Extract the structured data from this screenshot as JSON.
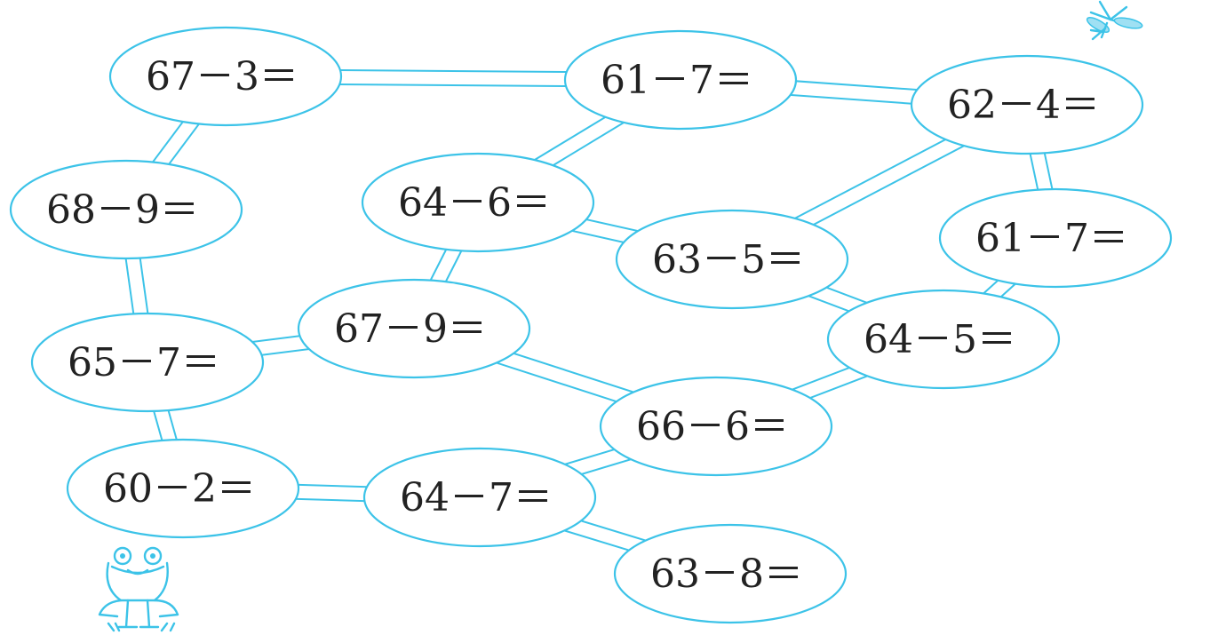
{
  "nodes": [
    {
      "id": "n1",
      "label": "67－3＝"
    },
    {
      "id": "n2",
      "label": "61－7＝"
    },
    {
      "id": "n3",
      "label": "62－4＝"
    },
    {
      "id": "n4",
      "label": "68－9＝"
    },
    {
      "id": "n5",
      "label": "64－6＝"
    },
    {
      "id": "n6",
      "label": "63－5＝"
    },
    {
      "id": "n7",
      "label": "61－7＝"
    },
    {
      "id": "n8",
      "label": "65－7＝"
    },
    {
      "id": "n9",
      "label": "67－9＝"
    },
    {
      "id": "n10",
      "label": "64－5＝"
    },
    {
      "id": "n11",
      "label": "66－6＝"
    },
    {
      "id": "n12",
      "label": "60－2＝"
    },
    {
      "id": "n13",
      "label": "64－7＝"
    },
    {
      "id": "n14",
      "label": "63－8＝"
    }
  ],
  "edges": [
    [
      "n1",
      "n2"
    ],
    [
      "n2",
      "n3"
    ],
    [
      "n1",
      "n4"
    ],
    [
      "n2",
      "n5"
    ],
    [
      "n3",
      "n6"
    ],
    [
      "n3",
      "n7"
    ],
    [
      "n4",
      "n8"
    ],
    [
      "n5",
      "n6"
    ],
    [
      "n5",
      "n9"
    ],
    [
      "n6",
      "n10"
    ],
    [
      "n7",
      "n10"
    ],
    [
      "n8",
      "n9"
    ],
    [
      "n9",
      "n11"
    ],
    [
      "n10",
      "n11"
    ],
    [
      "n8",
      "n12"
    ],
    [
      "n12",
      "n13"
    ],
    [
      "n13",
      "n11"
    ],
    [
      "n13",
      "n14"
    ]
  ],
  "colors": {
    "line": "#3cc3e8",
    "text": "#222222"
  },
  "decorations": {
    "top_right": "dragonfly-icon",
    "bottom_left": "frog-icon"
  }
}
